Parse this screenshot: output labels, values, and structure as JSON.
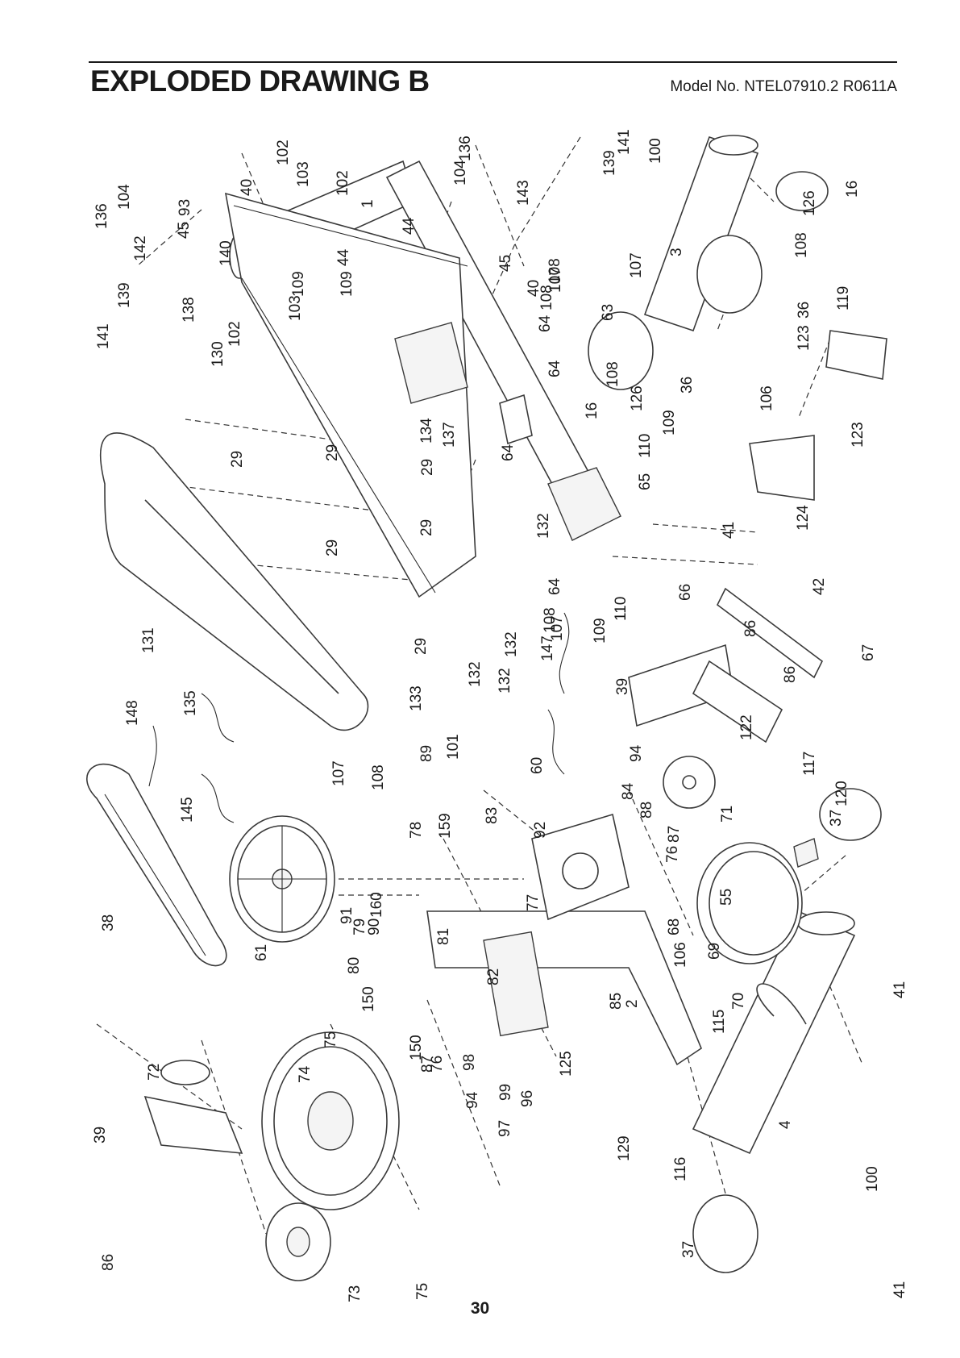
{
  "header": {
    "title": "EXPLODED DRAWING B",
    "model": "Model No. NTEL07910.2 R0611A"
  },
  "footer": {
    "page": "30"
  },
  "callouts": [
    "1",
    "2",
    "3",
    "4",
    "16",
    "16",
    "29",
    "29",
    "29",
    "29",
    "29",
    "29",
    "36",
    "36",
    "37",
    "37",
    "38",
    "39",
    "39",
    "40",
    "40",
    "41",
    "41",
    "41",
    "42",
    "44",
    "44",
    "45",
    "45",
    "55",
    "60",
    "61",
    "63",
    "64",
    "64",
    "64",
    "64",
    "65",
    "66",
    "67",
    "68",
    "69",
    "70",
    "71",
    "72",
    "73",
    "74",
    "75",
    "75",
    "76",
    "76",
    "77",
    "78",
    "79",
    "80",
    "81",
    "82",
    "83",
    "84",
    "85",
    "86",
    "86",
    "86",
    "87",
    "87",
    "88",
    "89",
    "90",
    "91",
    "92",
    "93",
    "94",
    "94",
    "96",
    "97",
    "98",
    "99",
    "100",
    "100",
    "101",
    "102",
    "102",
    "102",
    "103",
    "103",
    "104",
    "104",
    "106",
    "106",
    "107",
    "107",
    "107",
    "107",
    "108",
    "108",
    "108",
    "108",
    "108",
    "108",
    "109",
    "109",
    "109",
    "109",
    "110",
    "110",
    "115",
    "116",
    "117",
    "119",
    "120",
    "122",
    "123",
    "123",
    "124",
    "125",
    "126",
    "126",
    "129",
    "130",
    "131",
    "132",
    "132",
    "132",
    "132",
    "133",
    "134",
    "135",
    "136",
    "136",
    "137",
    "138",
    "139",
    "139",
    "140",
    "141",
    "141",
    "142",
    "143",
    "145",
    "147",
    "148",
    "150",
    "150",
    "159",
    "160"
  ]
}
